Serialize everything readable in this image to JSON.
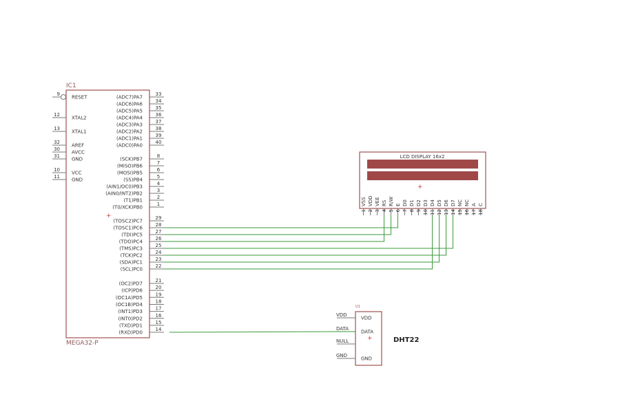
{
  "ic1": {
    "ref": "IC1",
    "part": "MEGA32-P",
    "left_pins": [
      {
        "num": "9",
        "name": "RESET"
      },
      {
        "num": "12",
        "name": "XTAL2"
      },
      {
        "num": "13",
        "name": "XTAL1"
      },
      {
        "num": "32",
        "name": "AREF"
      },
      {
        "num": "30",
        "name": "AVCC"
      },
      {
        "num": "31",
        "name": "GND"
      },
      {
        "num": "10",
        "name": "VCC"
      },
      {
        "num": "11",
        "name": "GND"
      }
    ],
    "right_pins": [
      {
        "num": "33",
        "name": "(ADC7)PA7"
      },
      {
        "num": "34",
        "name": "(ADC6)PA6"
      },
      {
        "num": "35",
        "name": "(ADC5)PA5"
      },
      {
        "num": "36",
        "name": "(ADC4)PA4"
      },
      {
        "num": "37",
        "name": "(ADC3)PA3"
      },
      {
        "num": "38",
        "name": "(ADC2)PA2"
      },
      {
        "num": "39",
        "name": "(ADC1)PA1"
      },
      {
        "num": "40",
        "name": "(ADC0)PA0"
      },
      {
        "num": "8",
        "name": "(SCK)PB7"
      },
      {
        "num": "7",
        "name": "(MISO)PB6"
      },
      {
        "num": "6",
        "name": "(MOSI)PB5"
      },
      {
        "num": "5",
        "name": "(SS)PB4"
      },
      {
        "num": "4",
        "name": "(AIN1/OC0)PB3"
      },
      {
        "num": "3",
        "name": "(AIN0/INT2)PB2"
      },
      {
        "num": "2",
        "name": "(T1)PB1"
      },
      {
        "num": "1",
        "name": "(T0/XCK)PB0"
      },
      {
        "num": "29",
        "name": "(TOSC2)PC7"
      },
      {
        "num": "28",
        "name": "(TOSC1)PC6"
      },
      {
        "num": "27",
        "name": "(TDI)PC5"
      },
      {
        "num": "26",
        "name": "(TDO)PC4"
      },
      {
        "num": "25",
        "name": "(TMS)PC3"
      },
      {
        "num": "24",
        "name": "(TCK)PC2"
      },
      {
        "num": "23",
        "name": "(SDA)PC1"
      },
      {
        "num": "22",
        "name": "(SCL)PC0"
      },
      {
        "num": "21",
        "name": "(OC2)PD7"
      },
      {
        "num": "20",
        "name": "(ICP)PD6"
      },
      {
        "num": "19",
        "name": "(OC1A)PD5"
      },
      {
        "num": "18",
        "name": "(OC1B)PD4"
      },
      {
        "num": "17",
        "name": "(INT1)PD3"
      },
      {
        "num": "16",
        "name": "(INT0)PD2"
      },
      {
        "num": "15",
        "name": "(TXD)PD1"
      },
      {
        "num": "14",
        "name": "(RXD)PD0"
      }
    ]
  },
  "lcd": {
    "title": "LCD DISPLAY 16x2",
    "pins": [
      {
        "num": "1",
        "name": "VSS"
      },
      {
        "num": "2",
        "name": "VDD"
      },
      {
        "num": "3",
        "name": "VEE"
      },
      {
        "num": "4",
        "name": "RS"
      },
      {
        "num": "5",
        "name": "R/W"
      },
      {
        "num": "6",
        "name": "E"
      },
      {
        "num": "7",
        "name": "D0"
      },
      {
        "num": "8",
        "name": "D1"
      },
      {
        "num": "9",
        "name": "D2"
      },
      {
        "num": "10",
        "name": "D3"
      },
      {
        "num": "11",
        "name": "D4"
      },
      {
        "num": "12",
        "name": "D5"
      },
      {
        "num": "13",
        "name": "D6"
      },
      {
        "num": "14",
        "name": "D7"
      },
      {
        "num": "15",
        "name": "NC"
      },
      {
        "num": "16",
        "name": "NC"
      },
      {
        "num": "17",
        "name": "A"
      },
      {
        "num": "18",
        "name": "C"
      }
    ]
  },
  "dht": {
    "ref": "U1",
    "label": "DHT22",
    "pins": [
      {
        "ext": "VDD",
        "name": "VDD"
      },
      {
        "ext": "DATA",
        "name": "DATA"
      },
      {
        "ext": "NULL",
        "name": ""
      },
      {
        "ext": "GND",
        "name": "GND"
      }
    ]
  },
  "colors": {
    "component": "#a05050",
    "wire": "#3a9a3a",
    "pin": "#777777",
    "lcd_fill": "#a04848"
  }
}
